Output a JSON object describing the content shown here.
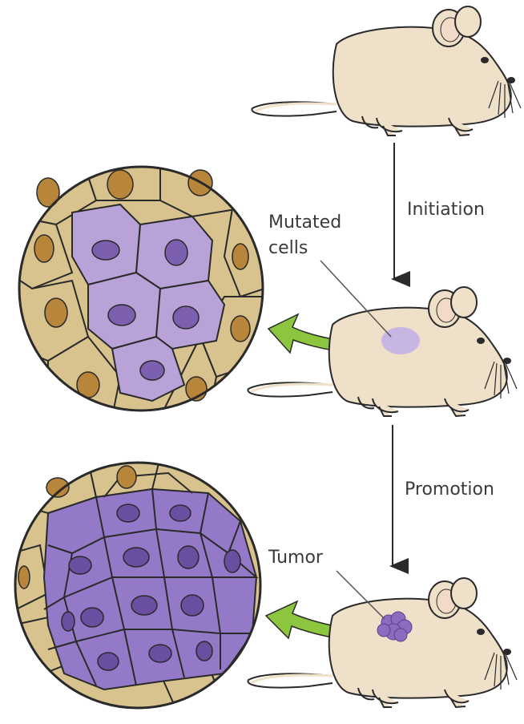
{
  "steps": [
    {
      "label": "Initiation"
    },
    {
      "label": "Promotion"
    }
  ],
  "callouts": {
    "mutated_line1": "Mutated",
    "mutated_line2": "cells",
    "tumor": "Tumor"
  },
  "colors": {
    "normal_cell": "#d8c28e",
    "normal_nucleus": "#b8863a",
    "mutated_cell": "#b9a2d8",
    "mutated_nucleus": "#7c5fae",
    "tumor_cell": "#9379c8",
    "tumor_nucleus": "#6a4ea0",
    "mouse_body": "#efe1c9",
    "arrow_green": "#8cc63f",
    "outline": "#2a2a2a"
  }
}
